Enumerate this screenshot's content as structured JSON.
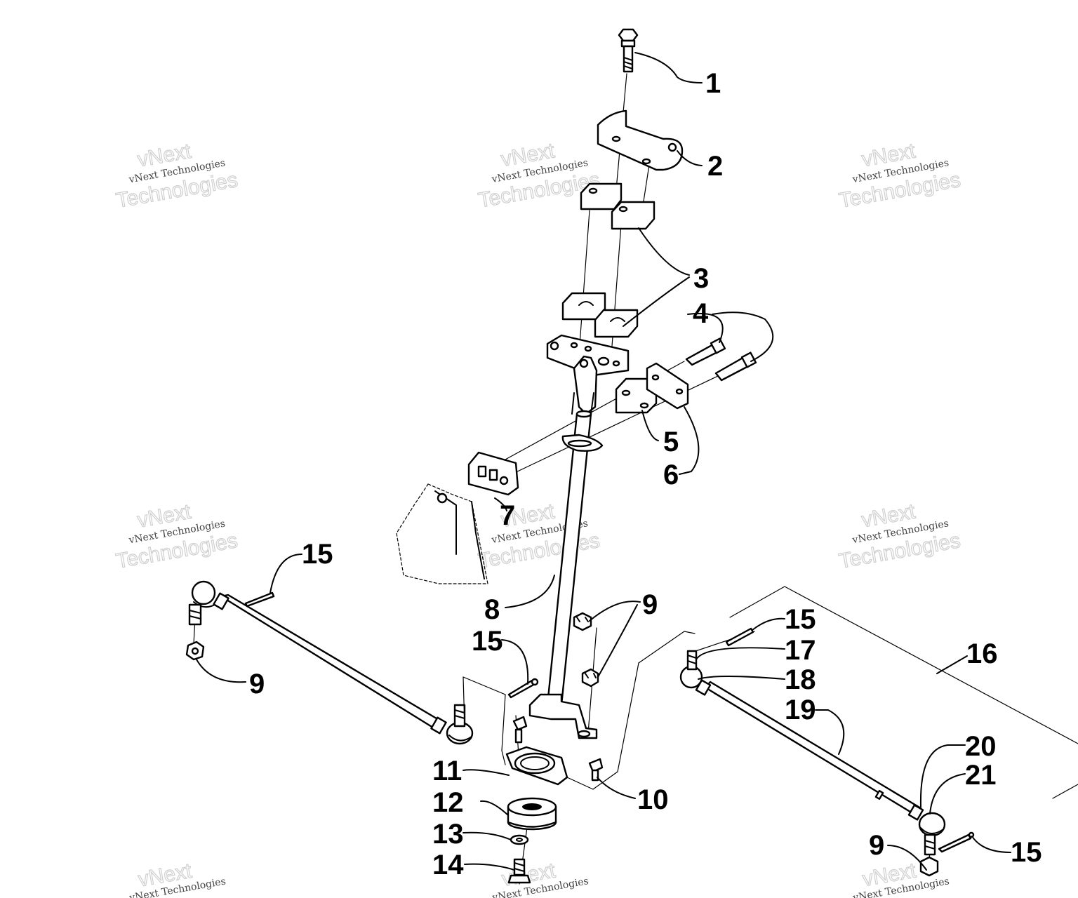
{
  "watermark": {
    "line1": "vNext",
    "line2": "vNext Technologies",
    "line3": "Technologies"
  },
  "callouts": {
    "c1": "1",
    "c2": "2",
    "c3": "3",
    "c4": "4",
    "c5": "5",
    "c6": "6",
    "c7": "7",
    "c8": "8",
    "c9": "9",
    "c10": "10",
    "c11": "11",
    "c12": "12",
    "c13": "13",
    "c14": "14",
    "c15": "15",
    "c16": "16",
    "c17": "17",
    "c18": "18",
    "c19": "19",
    "c20": "20",
    "c21": "21"
  }
}
